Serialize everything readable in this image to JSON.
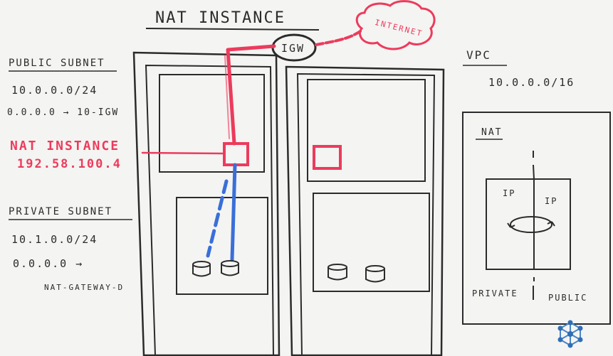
{
  "title": "NAT INSTANCE",
  "internet": {
    "label": "INTERNET",
    "color": "#ec3b5c"
  },
  "igw": {
    "label": "IGW"
  },
  "public_subnet": {
    "heading": "PUBLIC SUBNET",
    "cidr": "10.0.0.0/24",
    "route": "0.0.0.0 → 10-IGW"
  },
  "nat_instance": {
    "heading": "NAT INSTANCE",
    "ip": "192.58.100.4",
    "color": "#ec3b5c"
  },
  "private_subnet": {
    "heading": "PRIVATE SUBNET",
    "cidr": "10.1.0.0/24",
    "route": "0.0.0.0 →",
    "target": "NAT-GATEWAY-D"
  },
  "vpc": {
    "heading": "VPC",
    "cidr": "10.0.0.0/16"
  },
  "nat_panel": {
    "heading": "NAT",
    "ip_left": "IP",
    "ip_right": "IP",
    "footer_left": "PRIVATE",
    "footer_right": "PUBLIC"
  },
  "colors": {
    "ink": "#2b2b2b",
    "marker_red": "#ec3b5c",
    "marker_blue": "#3a6fd8"
  },
  "logo_icon": "network-logo-icon"
}
